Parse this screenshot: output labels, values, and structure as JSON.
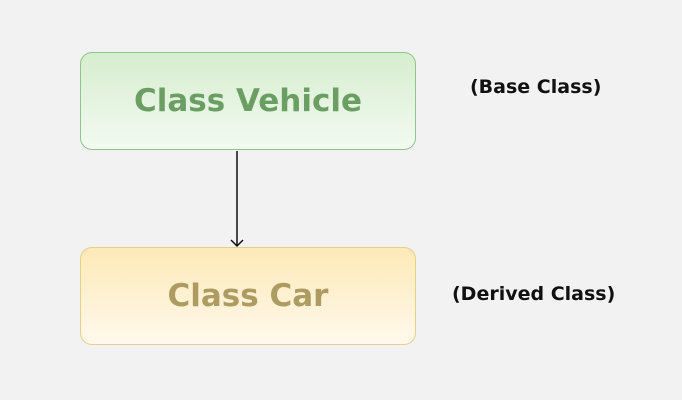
{
  "nodes": {
    "base": {
      "label": "Class Vehicle",
      "role": "(Base Class)"
    },
    "derived": {
      "label": "Class Car",
      "role": "(Derived Class)"
    }
  },
  "edge": {
    "from": "Class Vehicle",
    "to": "Class Car",
    "style": "arrow"
  },
  "colors": {
    "background": "#f2f2f2",
    "base_fill": "#d6edcf",
    "base_border": "#8fc48a",
    "base_text": "#6b9e63",
    "derived_fill": "#fde9b8",
    "derived_border": "#e8cf86",
    "derived_text": "#ad9b62",
    "arrow": "#111111"
  }
}
